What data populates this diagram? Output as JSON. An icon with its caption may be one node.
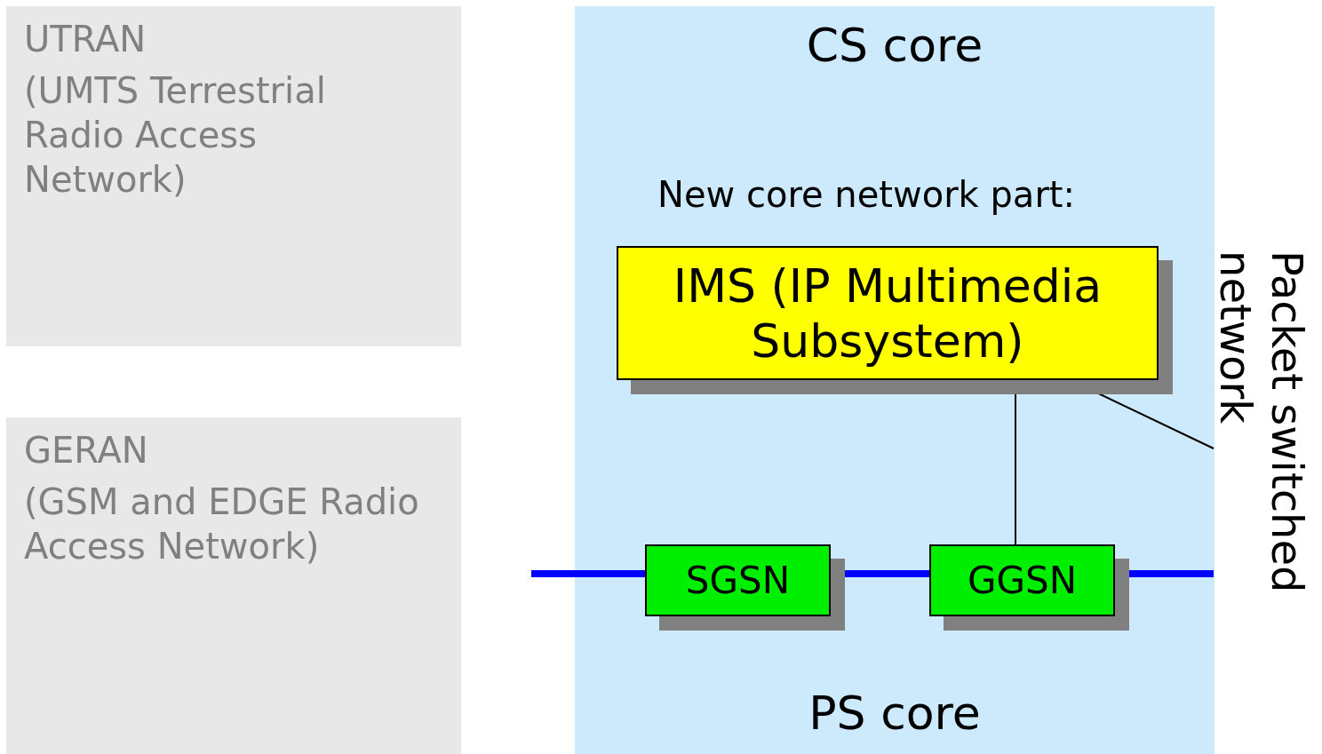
{
  "diagram": {
    "nodes": [
      {
        "text": [
          "UTRAN",
          "(UMTS Terrestrial Radio Access Network)"
        ]
      },
      {
        "text": [
          "GERAN",
          "(GSM and EDGE Radio Access Network)"
        ]
      },
      {
        "text": [
          "CS core",
          "PS core"
        ]
      },
      {
        "text": [
          "IMS (IP Multimedia Subsystem)"
        ],
        "in": 2,
        "beside": [
          "New core network part:"
        ]
      },
      {
        "text": [
          "SGSN"
        ],
        "in": 2
      },
      {
        "text": [
          "GGSN"
        ],
        "in": 2
      },
      {
        "text": [
          "Packet switched network"
        ]
      }
    ],
    "edges": [
      {
        "from": null,
        "to": 4,
        "arrow": "none"
      },
      {
        "from": 4,
        "to": 5,
        "arrow": "none"
      },
      {
        "from": 5,
        "to": 6,
        "arrow": "none"
      },
      {
        "from": 5,
        "to": 3,
        "arrow": "none",
        "color": "#000000"
      },
      {
        "from": 6,
        "to": 3,
        "arrow": "none",
        "color": "#000000"
      }
    ]
  }
}
